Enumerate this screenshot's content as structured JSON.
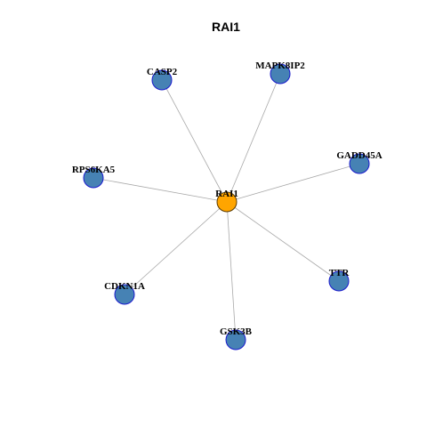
{
  "title": "RAI1",
  "colors": {
    "center_fill": "#FFA500",
    "center_stroke": "#5a3a00",
    "node_fill": "#4682B4",
    "node_stroke": "#1a1acd",
    "edge": "#a9a9a9"
  },
  "graph": {
    "center": {
      "id": "rai1",
      "label": "RAI1"
    },
    "neighbors": [
      {
        "id": "casp2",
        "label": "CASP2"
      },
      {
        "id": "mapk8ip2",
        "label": "MAPK8IP2"
      },
      {
        "id": "gadd45a",
        "label": "GADD45A"
      },
      {
        "id": "rps6ka5",
        "label": "RPS6KA5"
      },
      {
        "id": "ttr",
        "label": "TTR"
      },
      {
        "id": "cdkn1a",
        "label": "CDKN1A"
      },
      {
        "id": "gsk3b",
        "label": "GSK3B"
      }
    ]
  }
}
